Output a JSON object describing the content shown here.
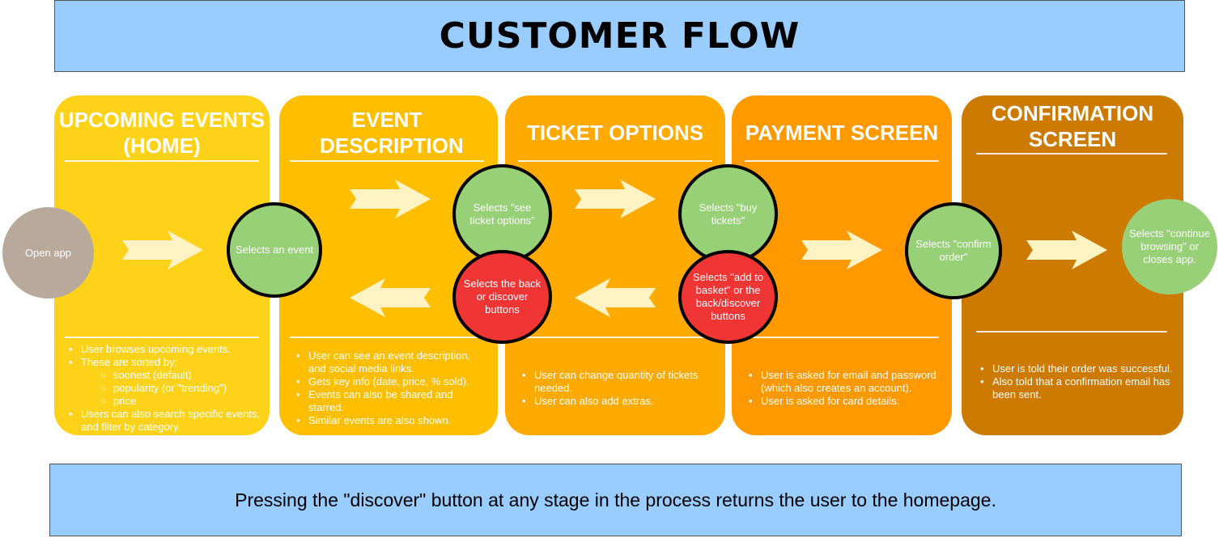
{
  "title": "CUSTOMER FLOW",
  "colors": {
    "title_bg": "#99ccff",
    "stage1": "#ffd21a",
    "stage2": "#ffbf00",
    "stage3": "#ffaa00",
    "stage4": "#ff9900",
    "stage5": "#cc7a00",
    "green_node": "#97d077",
    "red_node": "#f03535",
    "start_node": "#b8a99b",
    "arrow": "#fff3c4"
  },
  "stages": [
    {
      "title": "UPCOMING EVENTS (HOME)",
      "bullets": [
        {
          "text": "User browses upcoming events."
        },
        {
          "text": "These are sorted by;"
        },
        {
          "text": "soonest (default)",
          "sub": true
        },
        {
          "text": "popularity (or \"trending\")",
          "sub": true
        },
        {
          "text": "price",
          "sub": true
        },
        {
          "text": "Users can also search specific events, and filter by category."
        }
      ]
    },
    {
      "title": "EVENT DESCRIPTION",
      "bullets": [
        {
          "text": "User can see an event description, and social media links."
        },
        {
          "text": "Gets key info (date, price, % sold)."
        },
        {
          "text": "Events can also be shared and starred."
        },
        {
          "text": "Similar events are also shown."
        }
      ]
    },
    {
      "title": "TICKET OPTIONS",
      "bullets": [
        {
          "text": "User can change quantity of tickets needed."
        },
        {
          "text": "User can also add extras."
        }
      ]
    },
    {
      "title": "PAYMENT SCREEN",
      "bullets": [
        {
          "text": "User is asked for email and password (which also creates an account)."
        },
        {
          "text": "User is asked for card details."
        }
      ]
    },
    {
      "title": "CONFIRMATION SCREEN",
      "bullets": [
        {
          "text": "User is told their order was successful."
        },
        {
          "text": "Also told that a confirmation email has been sent."
        }
      ]
    }
  ],
  "nodes": {
    "open_app": "Open app",
    "selects_event": "Selects an event",
    "see_ticket_options": "Selects \"see ticket options\"",
    "back_or_discover": "Selects the back or discover buttons",
    "buy_tickets": "Selects \"buy tickets\"",
    "add_to_basket": "Selects \"add to basket\" or the back/discover buttons",
    "confirm_order": "Selects \"confirm order\"",
    "continue_browsing": "Selects \"continue browsing\" or closes app."
  },
  "footer": "Pressing the \"discover\" button at any stage in the process returns the user to the homepage."
}
